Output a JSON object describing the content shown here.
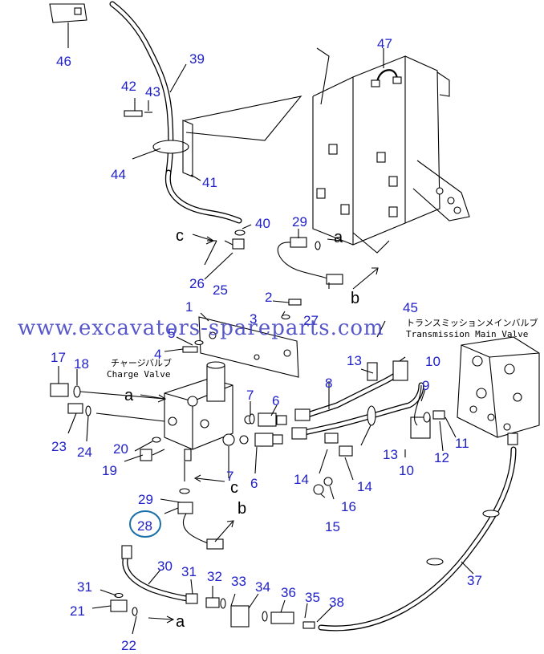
{
  "title_jp": "チャージバルブ",
  "title_en": "Charge Valve",
  "transmission_jp": "トランスミッションメインバルブ",
  "transmission_en": "Transmission Main Valve",
  "watermark": "www.excavators-spareparts.com",
  "highlight_color": "#1a6fa8",
  "label_color": "#2020c8",
  "letters": {
    "a": "a",
    "b": "b",
    "c": "c"
  },
  "parts": {
    "p1": "1",
    "p2": "2",
    "p3": "3",
    "p4": "4",
    "p5": "5",
    "p6a": "6",
    "p6b": "6",
    "p7a": "7",
    "p7b": "7",
    "p8": "8",
    "p9": "9",
    "p10a": "10",
    "p10b": "10",
    "p11": "11",
    "p12": "12",
    "p13a": "13",
    "p13b": "13",
    "p14a": "14",
    "p14b": "14",
    "p15": "15",
    "p16": "16",
    "p17": "17",
    "p18": "18",
    "p19": "19",
    "p20": "20",
    "p21": "21",
    "p22": "22",
    "p23": "23",
    "p24": "24",
    "p25": "25",
    "p26": "26",
    "p27": "27",
    "p28": "28",
    "p29a": "29",
    "p29b": "29",
    "p30": "30",
    "p31a": "31",
    "p31b": "31",
    "p32": "32",
    "p33": "33",
    "p34": "34",
    "p35": "35",
    "p36": "36",
    "p37": "37",
    "p38": "38",
    "p39": "39",
    "p40": "40",
    "p41": "41",
    "p42": "42",
    "p43": "43",
    "p44": "44",
    "p45": "45",
    "p46": "46",
    "p47": "47"
  }
}
